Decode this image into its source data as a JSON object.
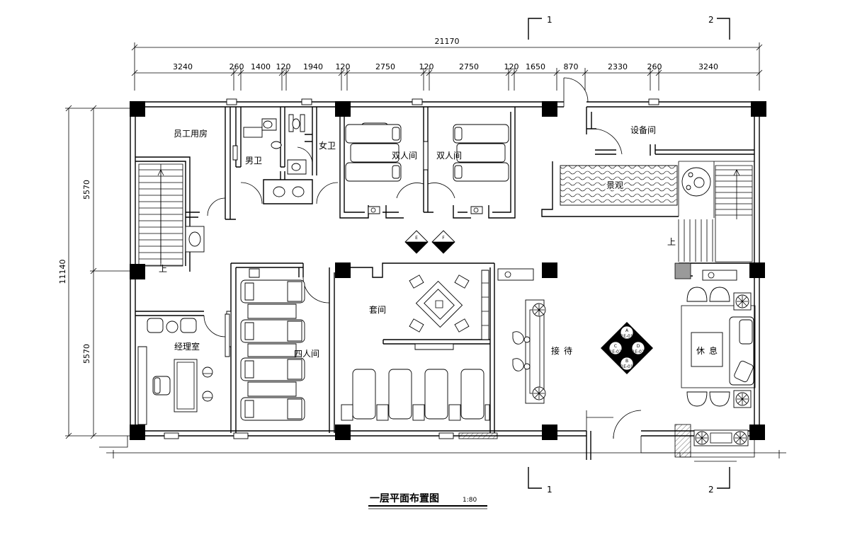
{
  "drawing": {
    "title": "一层平面布置图",
    "scale": "1:80"
  },
  "dimensions": {
    "overall_width": "21170",
    "segments": [
      "3240",
      "260",
      "1400",
      "120",
      "1940",
      "120",
      "2750",
      "120",
      "2750",
      "120",
      "1650",
      "870",
      "2330",
      "260",
      "3240"
    ],
    "overall_height": "11140",
    "left_segments": [
      "5570",
      "5570"
    ]
  },
  "section_marks": [
    "1",
    "2"
  ],
  "rooms": {
    "staff": "员工用房",
    "mens_wc": "男卫",
    "womens_wc": "女卫",
    "double_a": "双人间",
    "double_b": "双人间",
    "equipment": "设备间",
    "landscape": "景观",
    "suite": "套间",
    "four_person": "四人间",
    "manager": "经理室",
    "reception": "接待",
    "lounge": "休息"
  },
  "stair_up_labels": [
    "上",
    "上"
  ],
  "elevation_tags": {
    "top_pair": [
      {
        "letter": "E",
        "ref": "1E-04"
      },
      {
        "letter": "F",
        "ref": "1E-04"
      }
    ],
    "compass": [
      {
        "letter": "A",
        "ref": "1E-01"
      },
      {
        "letter": "C",
        "ref": "1E-02"
      },
      {
        "letter": "D",
        "ref": "1E-02"
      },
      {
        "letter": "B",
        "ref": "1E-01"
      }
    ]
  }
}
